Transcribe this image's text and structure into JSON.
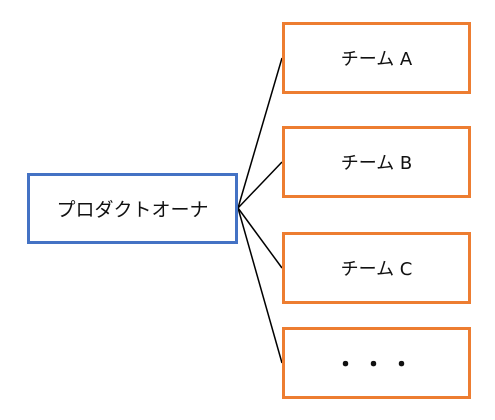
{
  "product_owner": {
    "label": "プロダクトオーナ",
    "border_color": "#4472c4"
  },
  "teams": [
    {
      "label": "チーム A"
    },
    {
      "label": "チーム B"
    },
    {
      "label": "チーム C"
    },
    {
      "label": "・・・"
    }
  ],
  "team_border_color": "#ed7d31",
  "connector_color": "#000000"
}
